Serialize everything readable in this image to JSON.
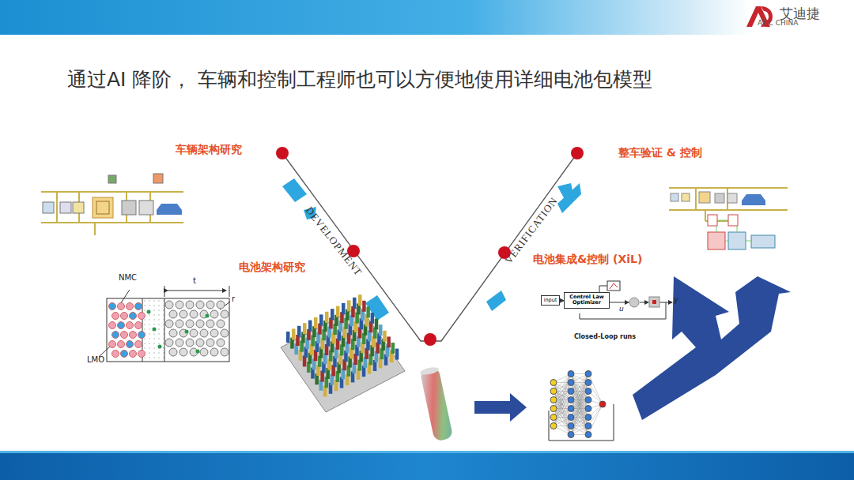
{
  "diagram": {
    "title": "通过AI 降阶， 车辆和控制工程师也可以方便地使用详细电池包模型",
    "nodes": [
      {
        "text": [
          "input"
        ]
      },
      {
        "text": [
          "Control Law Optimizer"
        ]
      }
    ],
    "edges": [
      {
        "from": 0,
        "to": 1,
        "arrow": "to"
      }
    ],
    "labels": [
      "艾迪捷",
      "ATIC CHINA",
      "车辆架构研究",
      "电池架构研究",
      "DEVELOPMENT",
      "VERIFICATION",
      "整车验证 & 控制",
      "电池集成&控制 (XiL)",
      "NMC",
      "t",
      "r",
      "LMO",
      "u",
      "y",
      "Closed-Loop runs"
    ]
  }
}
